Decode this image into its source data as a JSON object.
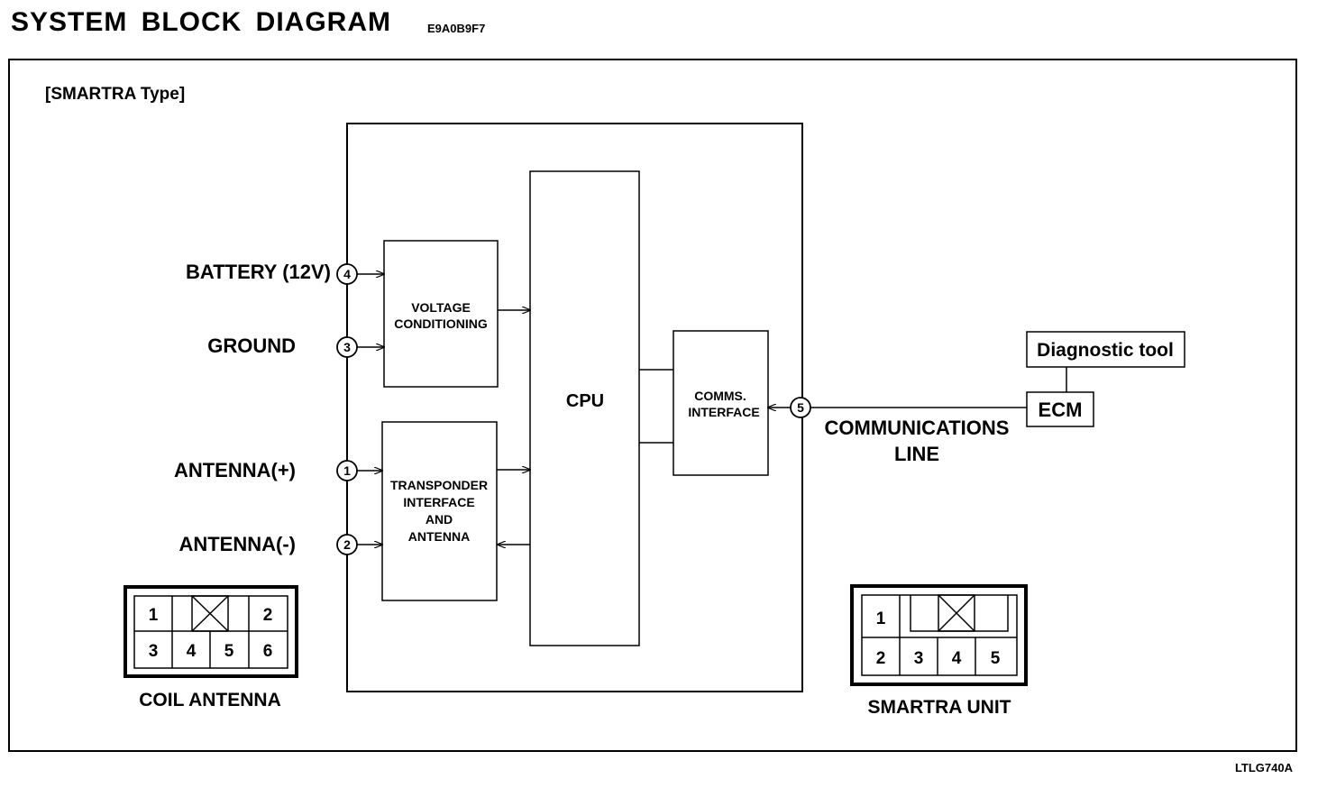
{
  "header": {
    "title": "SYSTEM BLOCK DIAGRAM",
    "code": "E9A0B9F7"
  },
  "footer": {
    "code": "LTLG740A"
  },
  "diagram": {
    "type_label": "[SMARTRA Type]",
    "inputs": [
      {
        "label": "BATTERY (12V)",
        "pin": "4"
      },
      {
        "label": "GROUND",
        "pin": "3"
      },
      {
        "label": "ANTENNA(+)",
        "pin": "1"
      },
      {
        "label": "ANTENNA(-)",
        "pin": "2"
      }
    ],
    "blocks": {
      "voltage": [
        "VOLTAGE",
        "CONDITIONING"
      ],
      "transponder": [
        "TRANSPONDER",
        "INTERFACE",
        "AND",
        "ANTENNA"
      ],
      "cpu": "CPU",
      "comms": [
        "COMMS.",
        "INTERFACE"
      ]
    },
    "comm_pin": "5",
    "comm_line": [
      "COMMUNICATIONS",
      "LINE"
    ],
    "ecm": "ECM",
    "diag_tool": "Diagnostic tool"
  },
  "connectors": {
    "coil": {
      "label": "COIL ANTENNA",
      "pins": [
        "1",
        "2",
        "3",
        "4",
        "5",
        "6"
      ]
    },
    "smartra": {
      "label": "SMARTRA UNIT",
      "pins": [
        "1",
        "2",
        "3",
        "4",
        "5"
      ]
    }
  }
}
